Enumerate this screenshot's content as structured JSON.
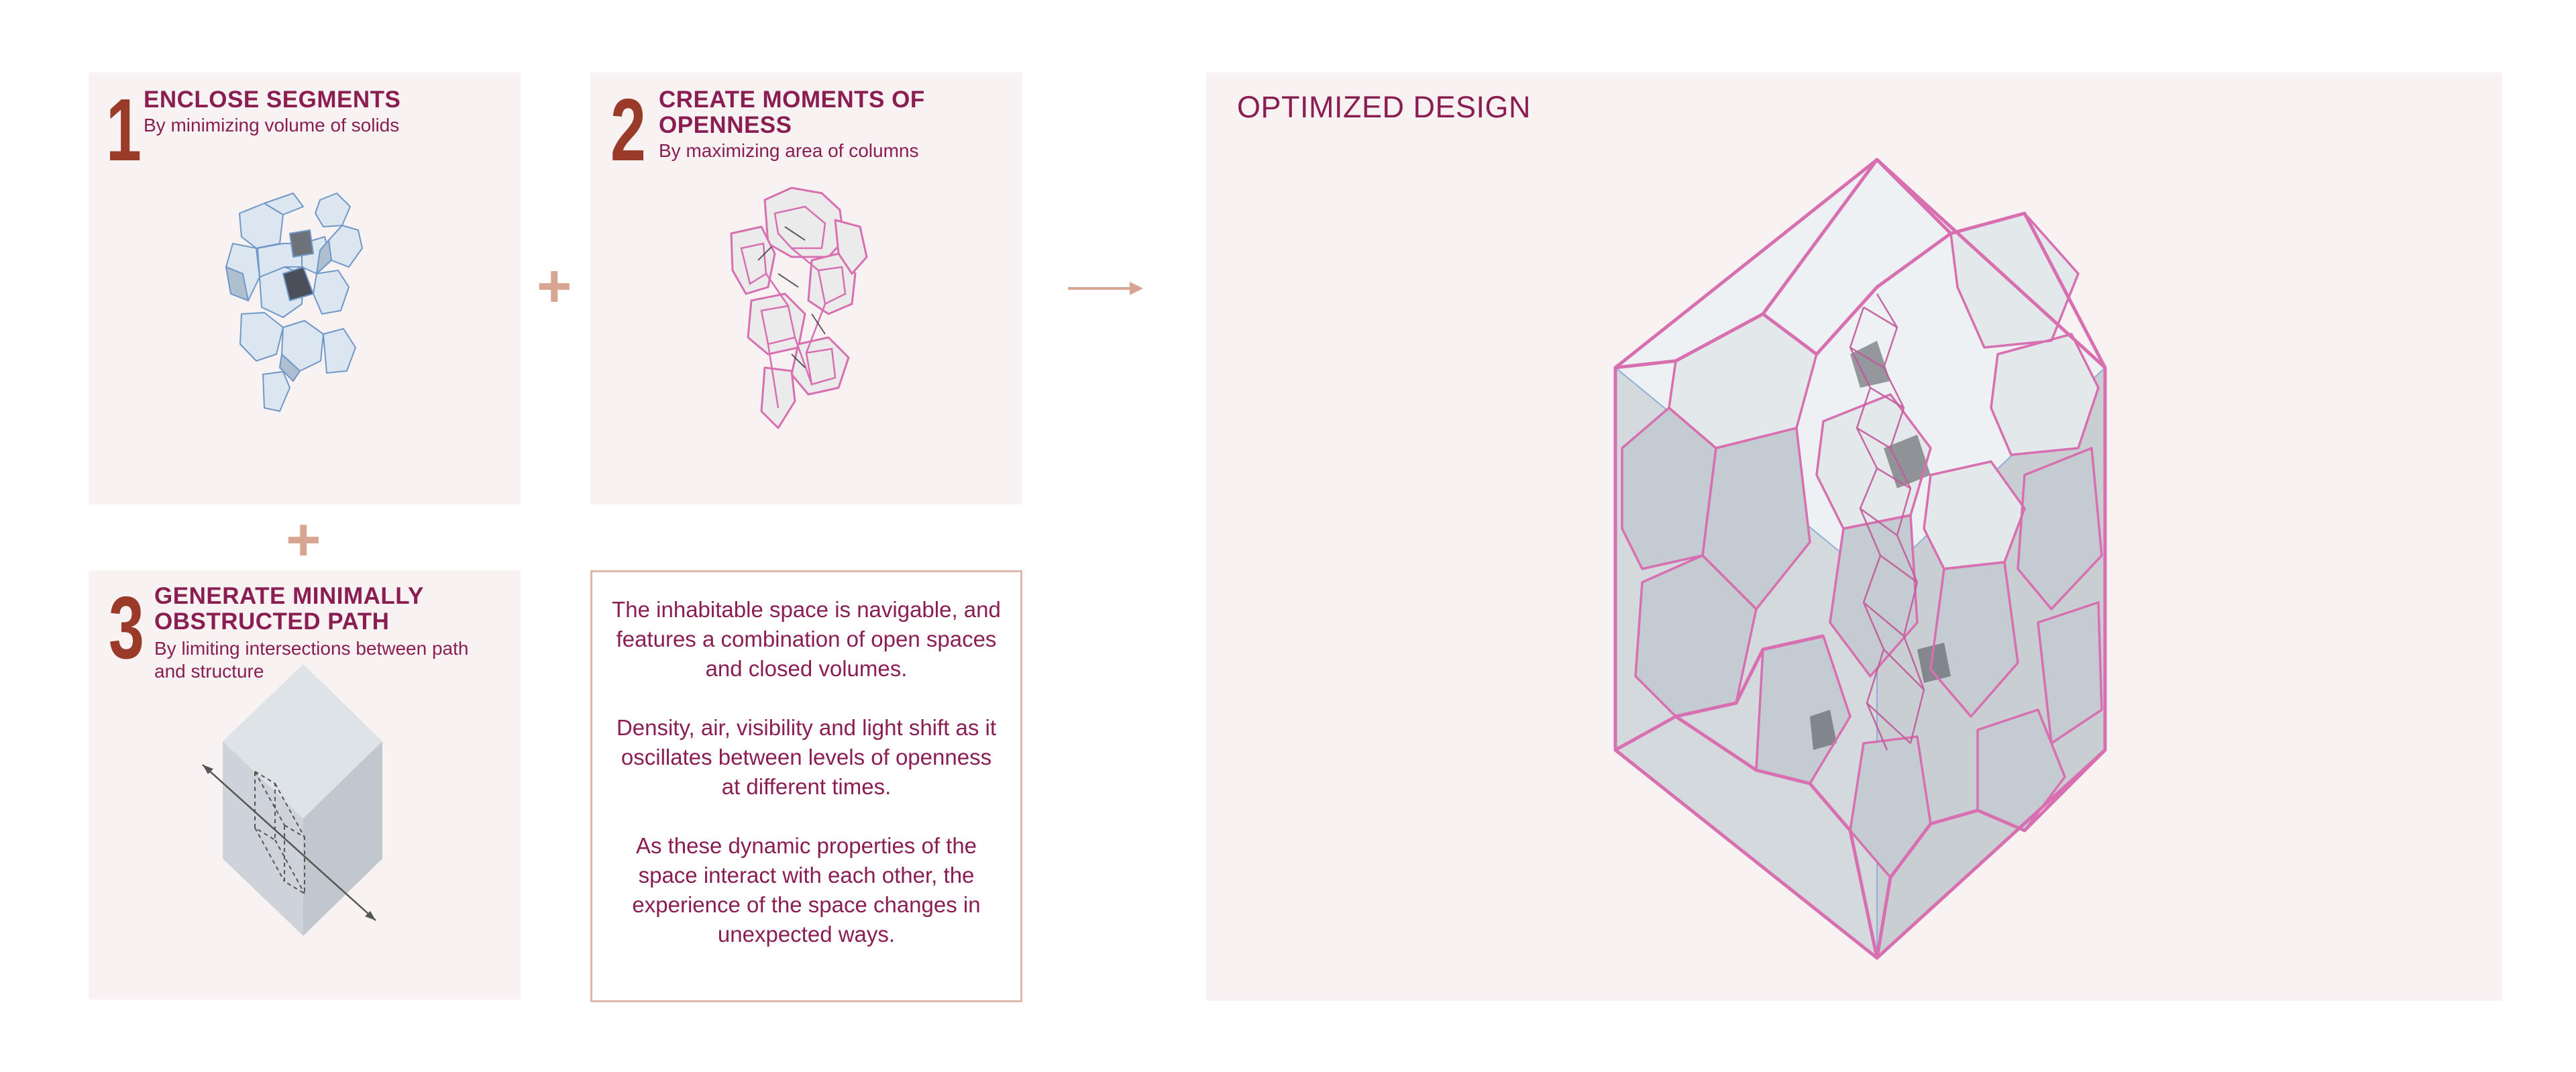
{
  "steps": [
    {
      "number": "1",
      "title": "ENCLOSE SEGMENTS",
      "subtitle": "By minimizing volume of solids"
    },
    {
      "number": "2",
      "title_line1": "CREATE MOMENTS OF",
      "title_line2": "OPENNESS",
      "subtitle": "By maximizing area of columns"
    },
    {
      "number": "3",
      "title_line1": "GENERATE MINIMALLY",
      "title_line2": "OBSTRUCTED PATH",
      "subtitle_line1": "By limiting intersections between path",
      "subtitle_line2": "and structure"
    }
  ],
  "description": {
    "paragraphs": [
      "The inhabitable space is navigable, and features a combination of open spaces and closed volumes.",
      "Density, air, visibility and light shift as it oscillates between levels of openness at different times.",
      "As these dynamic properties of the space interact with each other, the experience of the space changes in unexpected ways."
    ]
  },
  "result": {
    "title": "OPTIMIZED DESIGN"
  },
  "symbols": {
    "plus": "+"
  },
  "colors": {
    "panel_bg": "#f8f2f2",
    "title": "#8a1e52",
    "number": "#9a3a28",
    "accent": "#d9a593",
    "structure_pink": "#d86fb0",
    "solid_blue": "#8fb1d6"
  },
  "icons": [
    "enclosed-solids-icon",
    "openness-frame-icon",
    "path-cube-icon",
    "optimized-structure-icon",
    "arrow-right-icon"
  ]
}
